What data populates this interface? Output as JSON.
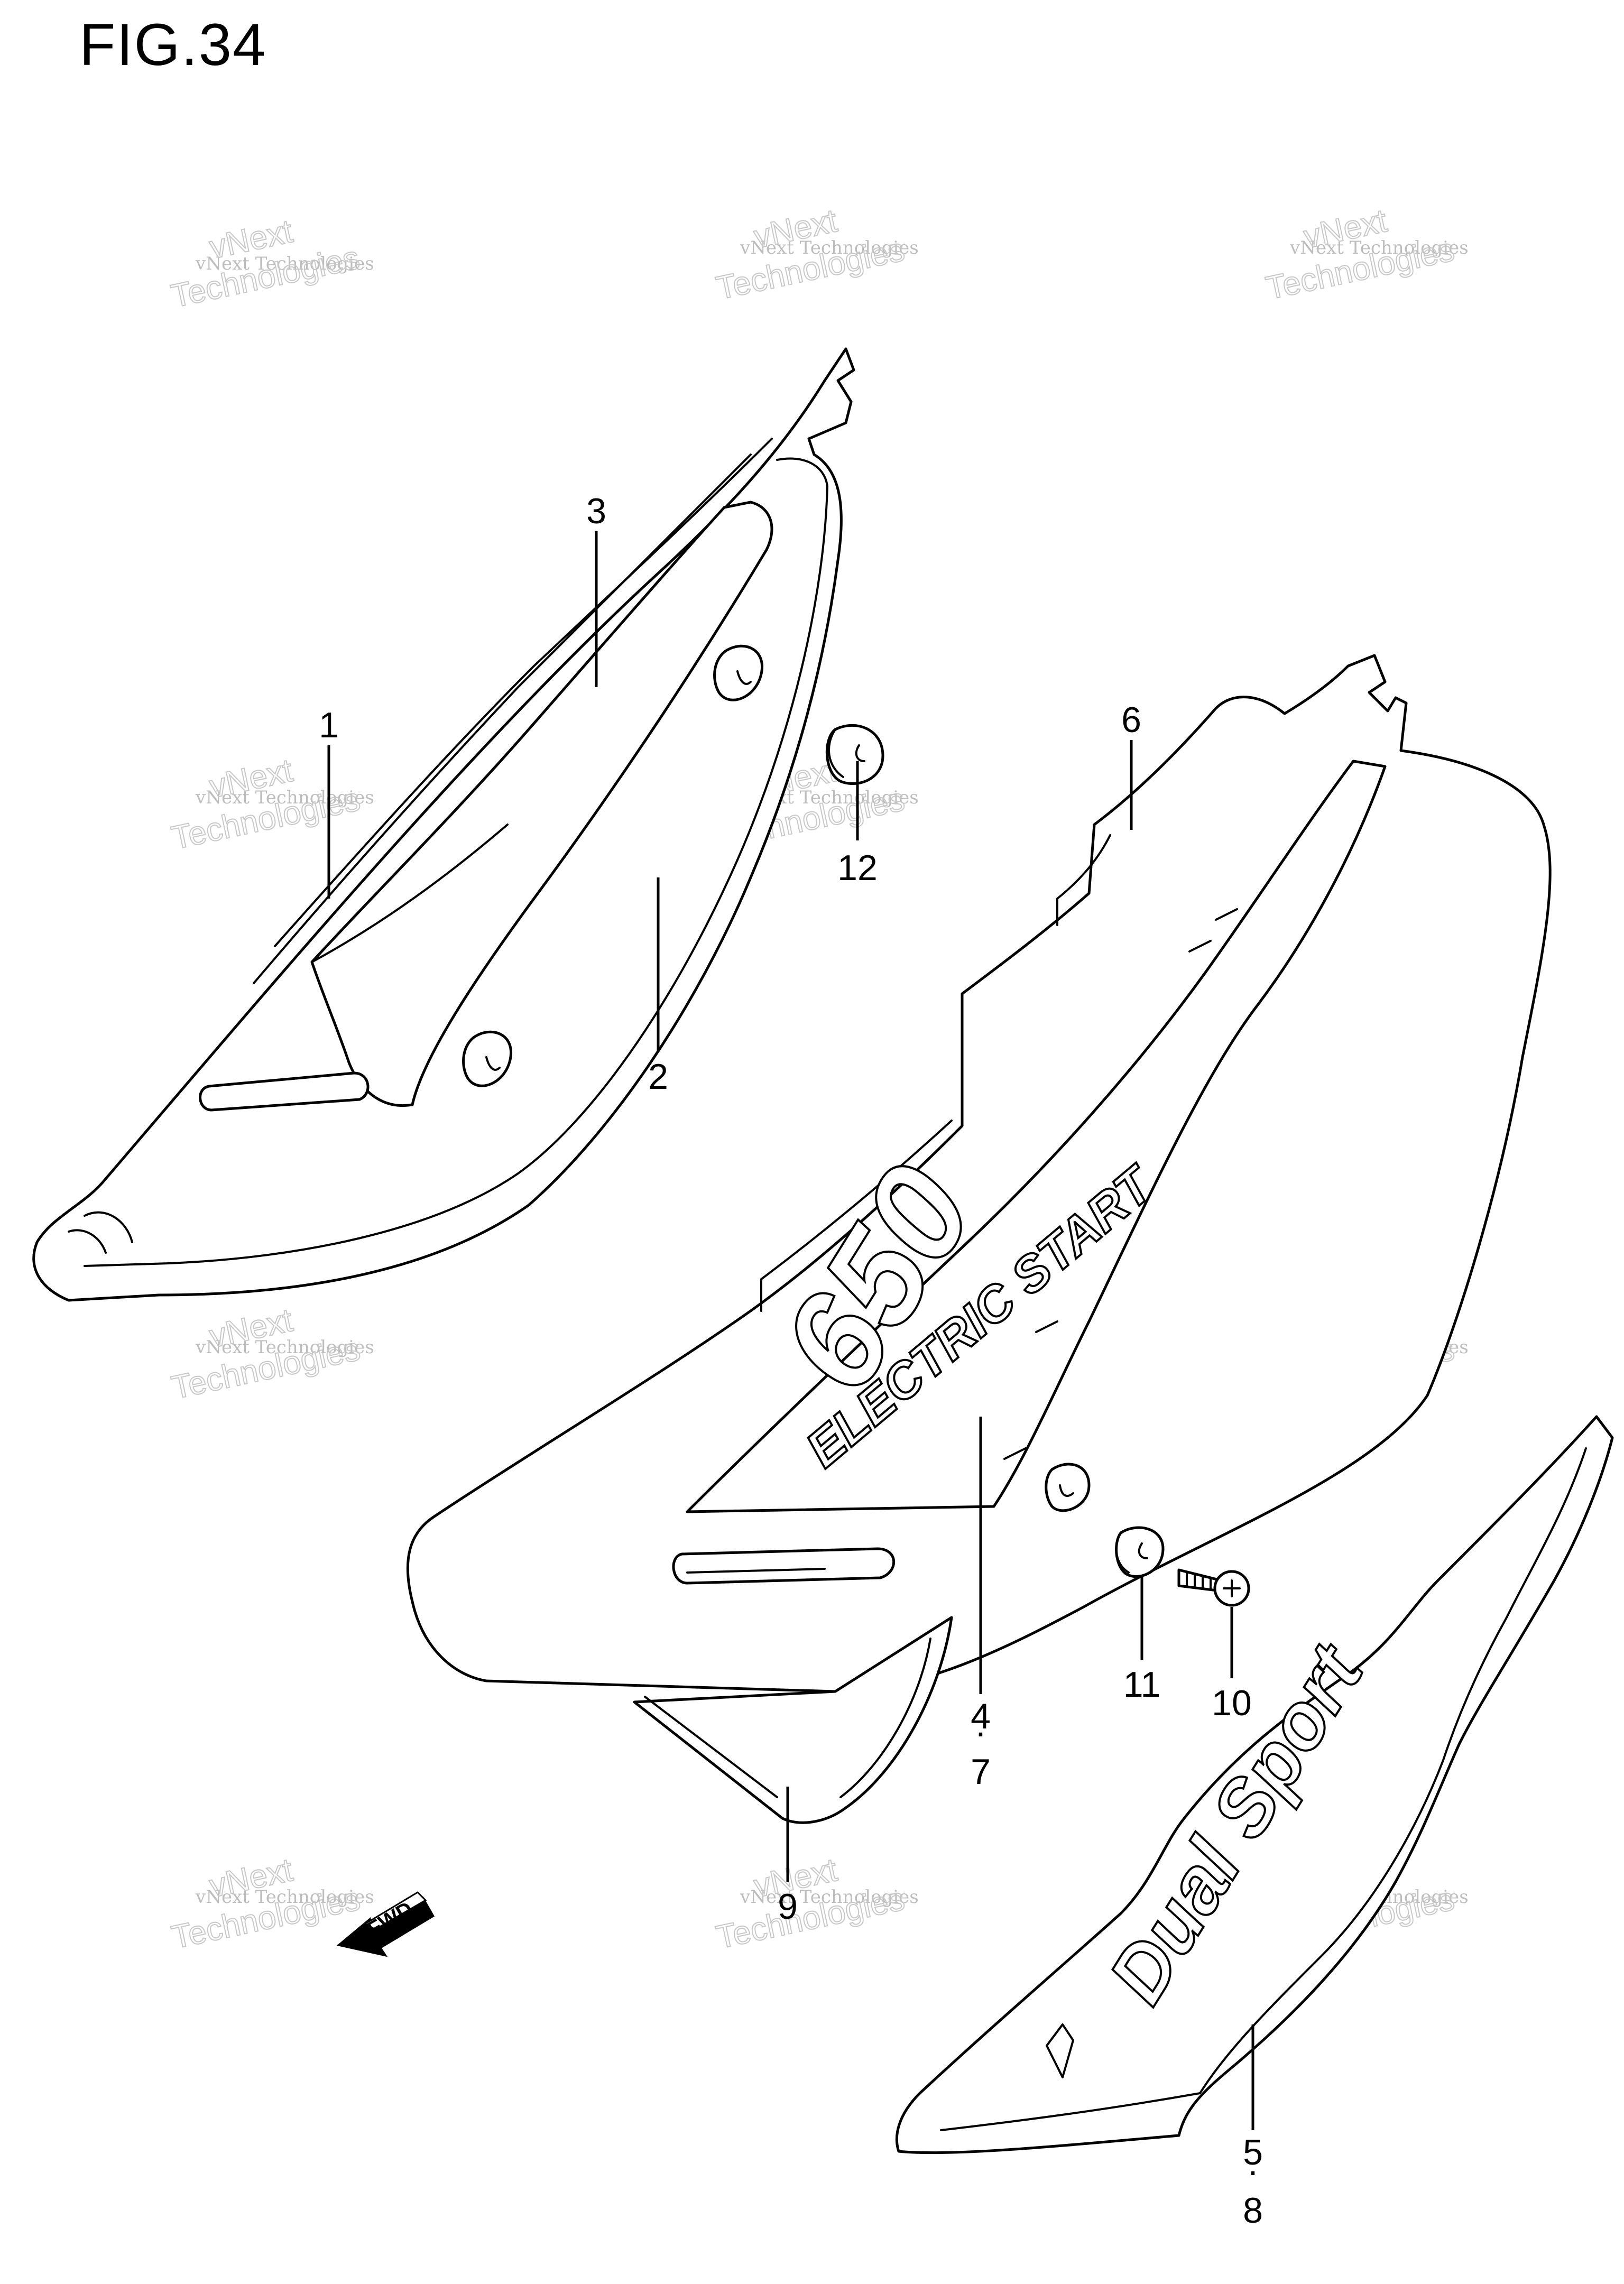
{
  "figure": {
    "title": "FIG.34"
  },
  "watermark": {
    "line1": "vNext Technologies",
    "line2a": "vNext",
    "line2b": "Technologies"
  },
  "decals": {
    "model": "650",
    "start": "ELECTRIC START",
    "dual_sport": "Dual Sport"
  },
  "fwd_label": "FWD",
  "labels": {
    "p1": "1",
    "p2": "2",
    "p3": "3",
    "p6": "6",
    "p9": "9",
    "p10": "10",
    "p11": "11",
    "p12": "12",
    "p4": "4",
    "p7": "7",
    "p5": "5",
    "p8": "8",
    "dot": "·"
  }
}
